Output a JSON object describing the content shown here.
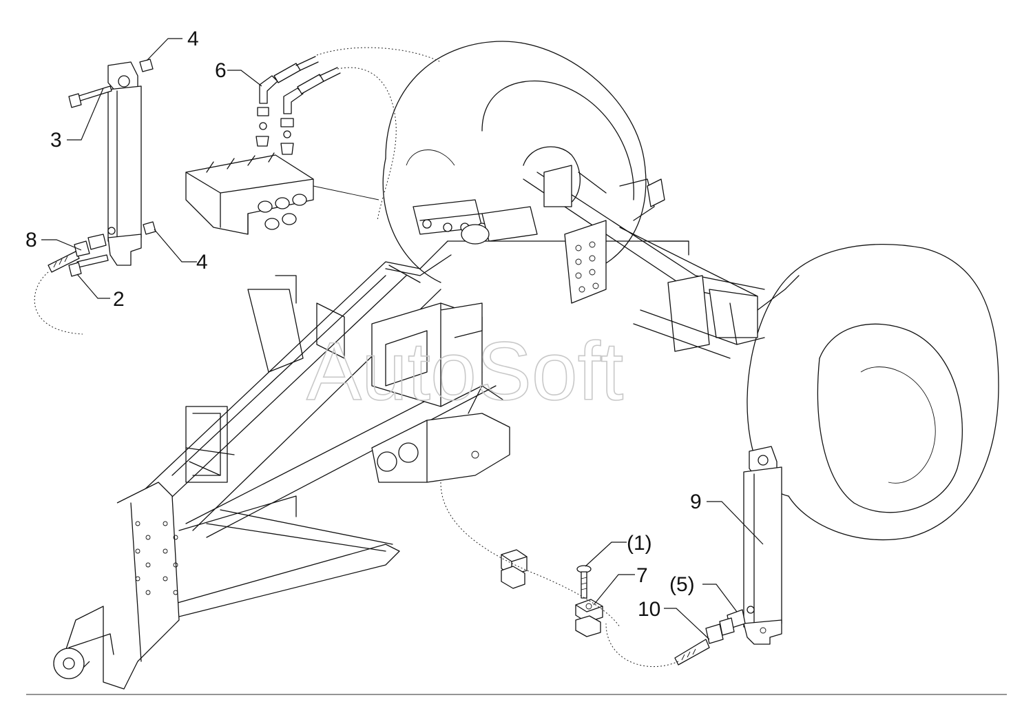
{
  "watermark": "AutoSoft",
  "callouts": [
    {
      "id": "c4a",
      "text": "4"
    },
    {
      "id": "c6",
      "text": "6"
    },
    {
      "id": "c3",
      "text": "3"
    },
    {
      "id": "c8",
      "text": "8"
    },
    {
      "id": "c4b",
      "text": "4"
    },
    {
      "id": "c2",
      "text": "2"
    },
    {
      "id": "c9",
      "text": "9"
    },
    {
      "id": "c1",
      "text": "(1)"
    },
    {
      "id": "c7",
      "text": "7"
    },
    {
      "id": "c5",
      "text": "(5)"
    },
    {
      "id": "c10",
      "text": "10"
    }
  ],
  "colors": {
    "line": "#111111",
    "background": "#ffffff",
    "watermark": "#c8c8c8"
  }
}
